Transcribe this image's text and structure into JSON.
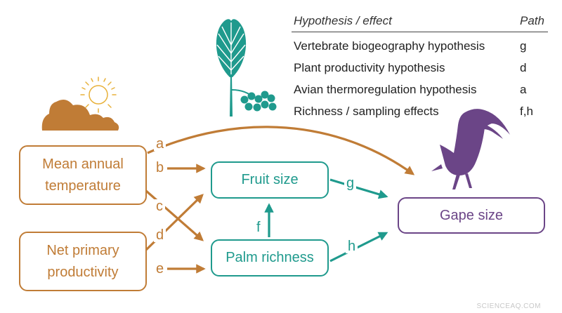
{
  "legend": {
    "header": {
      "effect": "Hypothesis / effect",
      "path": "Path"
    },
    "rows": [
      {
        "effect": "Vertebrate biogeography hypothesis",
        "path": "g"
      },
      {
        "effect": "Plant productivity hypothesis",
        "path": "d"
      },
      {
        "effect": "Avian thermoregulation hypothesis",
        "path": "a"
      },
      {
        "effect": "Richness / sampling effects",
        "path": "f,h"
      }
    ]
  },
  "nodes": {
    "temperature": {
      "line1": "Mean annual",
      "line2": "temperature"
    },
    "productivity": {
      "line1": "Net primary",
      "line2": "productivity"
    },
    "fruit": "Fruit size",
    "palm": "Palm richness",
    "gape": "Gape size"
  },
  "paths": {
    "a": "a",
    "b": "b",
    "c": "c",
    "d": "d",
    "e": "e",
    "f": "f",
    "g": "g",
    "h": "h"
  },
  "icons": [
    "sun-cloud-icon",
    "palm-icon",
    "toucan-icon"
  ],
  "colors": {
    "brown": "#c07c36",
    "teal": "#1f9a8d",
    "purple": "#6b4587"
  },
  "watermark": "SCIENCEAQ.COM"
}
